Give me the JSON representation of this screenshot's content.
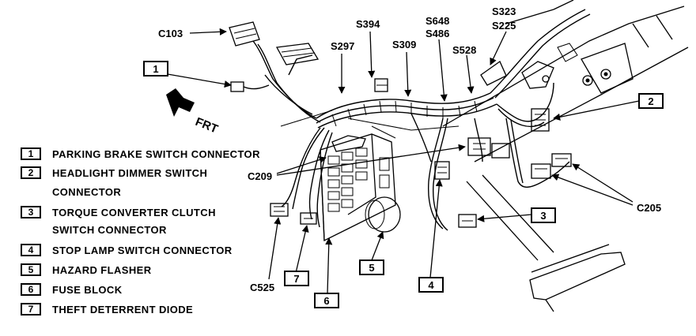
{
  "diagram": {
    "direction_label": "FRT",
    "circuit_labels": {
      "c103": "C103",
      "s394": "S394",
      "s297": "S297",
      "s309": "S309",
      "s648": "S648",
      "s486": "S486",
      "s528": "S528",
      "s323": "S323",
      "s225": "S225",
      "c209": "C209",
      "c205": "C205",
      "c525": "C525"
    },
    "callouts": {
      "c1": "1",
      "c2": "2",
      "c3": "3",
      "c4": "4",
      "c5": "5",
      "c6": "6",
      "c7": "7"
    }
  },
  "legend": [
    {
      "number": "1",
      "text": "PARKING BRAKE SWITCH CONNECTOR",
      "continuation": ""
    },
    {
      "number": "2",
      "text": "HEADLIGHT DIMMER SWITCH",
      "continuation": "CONNECTOR"
    },
    {
      "number": "3",
      "text": "TORQUE CONVERTER CLUTCH",
      "continuation": "SWITCH CONNECTOR"
    },
    {
      "number": "4",
      "text": "STOP LAMP SWITCH CONNECTOR",
      "continuation": ""
    },
    {
      "number": "5",
      "text": "HAZARD FLASHER",
      "continuation": ""
    },
    {
      "number": "6",
      "text": "FUSE BLOCK",
      "continuation": ""
    },
    {
      "number": "7",
      "text": "THEFT DETERRENT DIODE",
      "continuation": ""
    }
  ]
}
